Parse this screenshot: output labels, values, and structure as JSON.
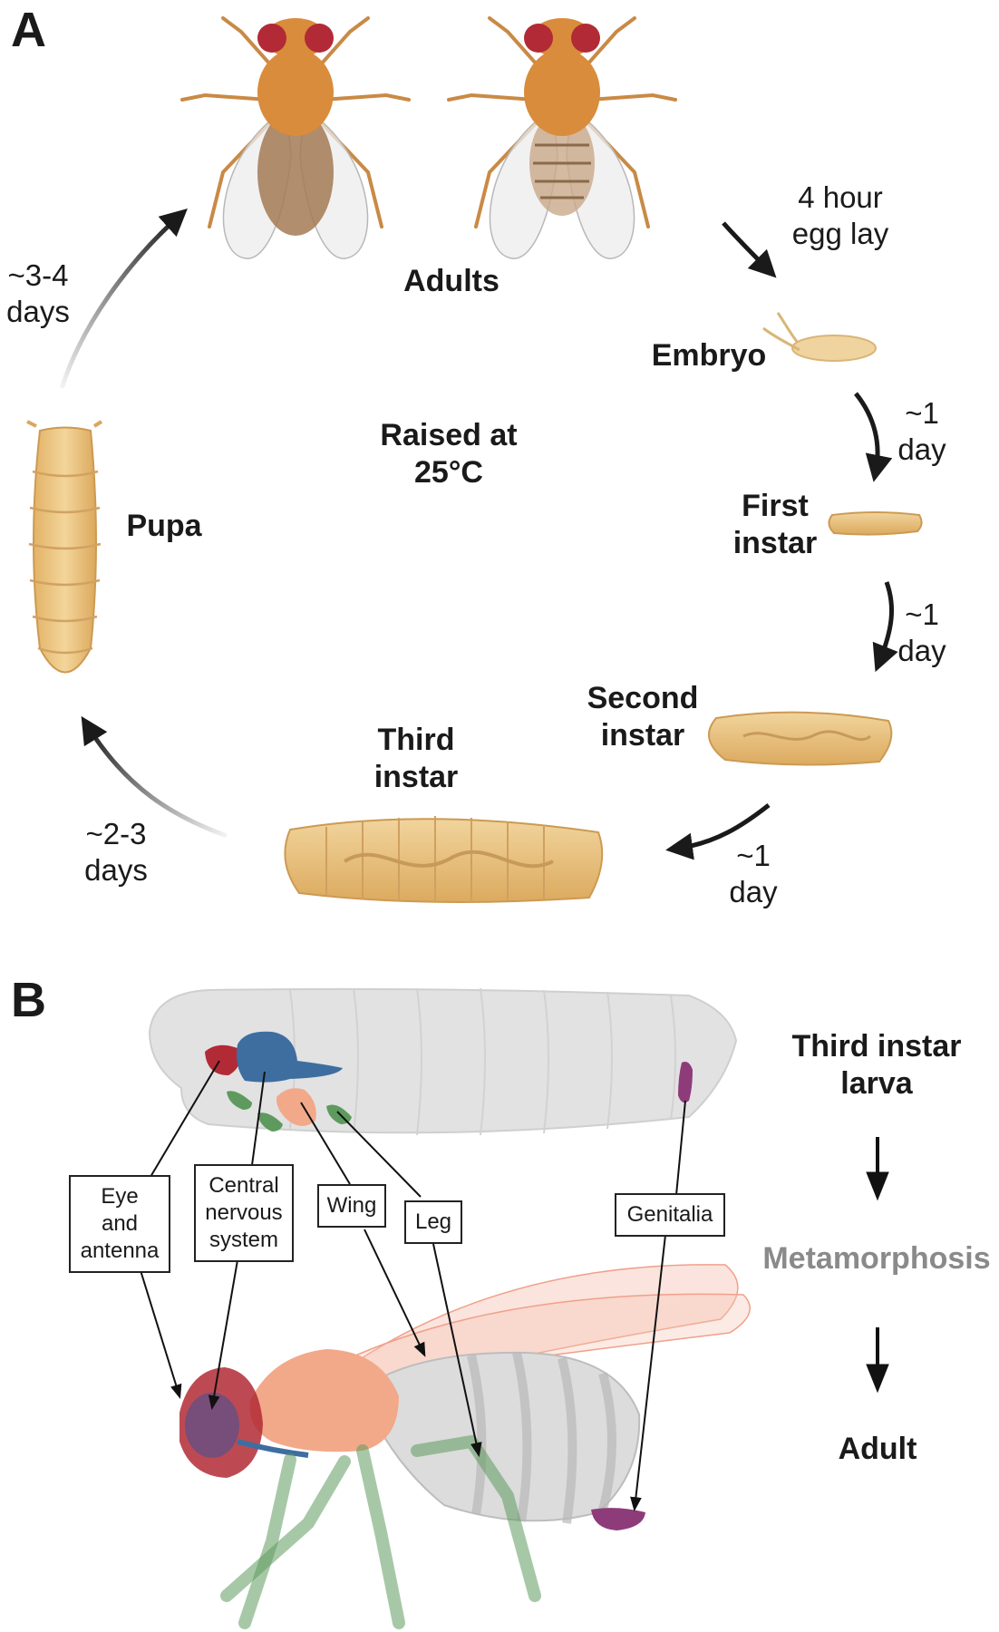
{
  "panelA": {
    "letter": "A",
    "center_label": [
      "Raised at",
      "25°C"
    ],
    "stages": {
      "adults": "Adults",
      "embryo": "Embryo",
      "first_instar": [
        "First",
        "instar"
      ],
      "second_instar": [
        "Second",
        "instar"
      ],
      "third_instar": [
        "Third",
        "instar"
      ],
      "pupa": "Pupa"
    },
    "durations": {
      "egg_lay": [
        "4 hour",
        "egg lay"
      ],
      "embryo_to_first": [
        "~1",
        "day"
      ],
      "first_to_second": [
        "~1",
        "day"
      ],
      "second_to_third": [
        "~1",
        "day"
      ],
      "third_to_pupa": [
        "~2-3",
        "days"
      ],
      "pupa_to_adult": [
        "~3-4",
        "days"
      ]
    }
  },
  "panelB": {
    "letter": "B",
    "stages": {
      "larva": [
        "Third instar",
        "larva"
      ],
      "process": "Metamorphosis",
      "adult": "Adult"
    },
    "discs": {
      "eye_antenna": [
        "Eye",
        "and",
        "antenna"
      ],
      "cns": [
        "Central",
        "nervous",
        "system"
      ],
      "wing": "Wing",
      "leg": "Leg",
      "genitalia": "Genitalia"
    },
    "colors": {
      "larva_body": "#e2e2e2",
      "fly_orange": "#d98c3c",
      "eye_red": "#b22a35",
      "cns_blue": "#3e6ea0",
      "wing_disc": "#f2a98a",
      "leg_green": "#5e9a5e",
      "genitalia_purple": "#8e3b7a",
      "metamorphosis_gray": "#8a8a8a",
      "larva_tan": "#e9bf79"
    }
  }
}
